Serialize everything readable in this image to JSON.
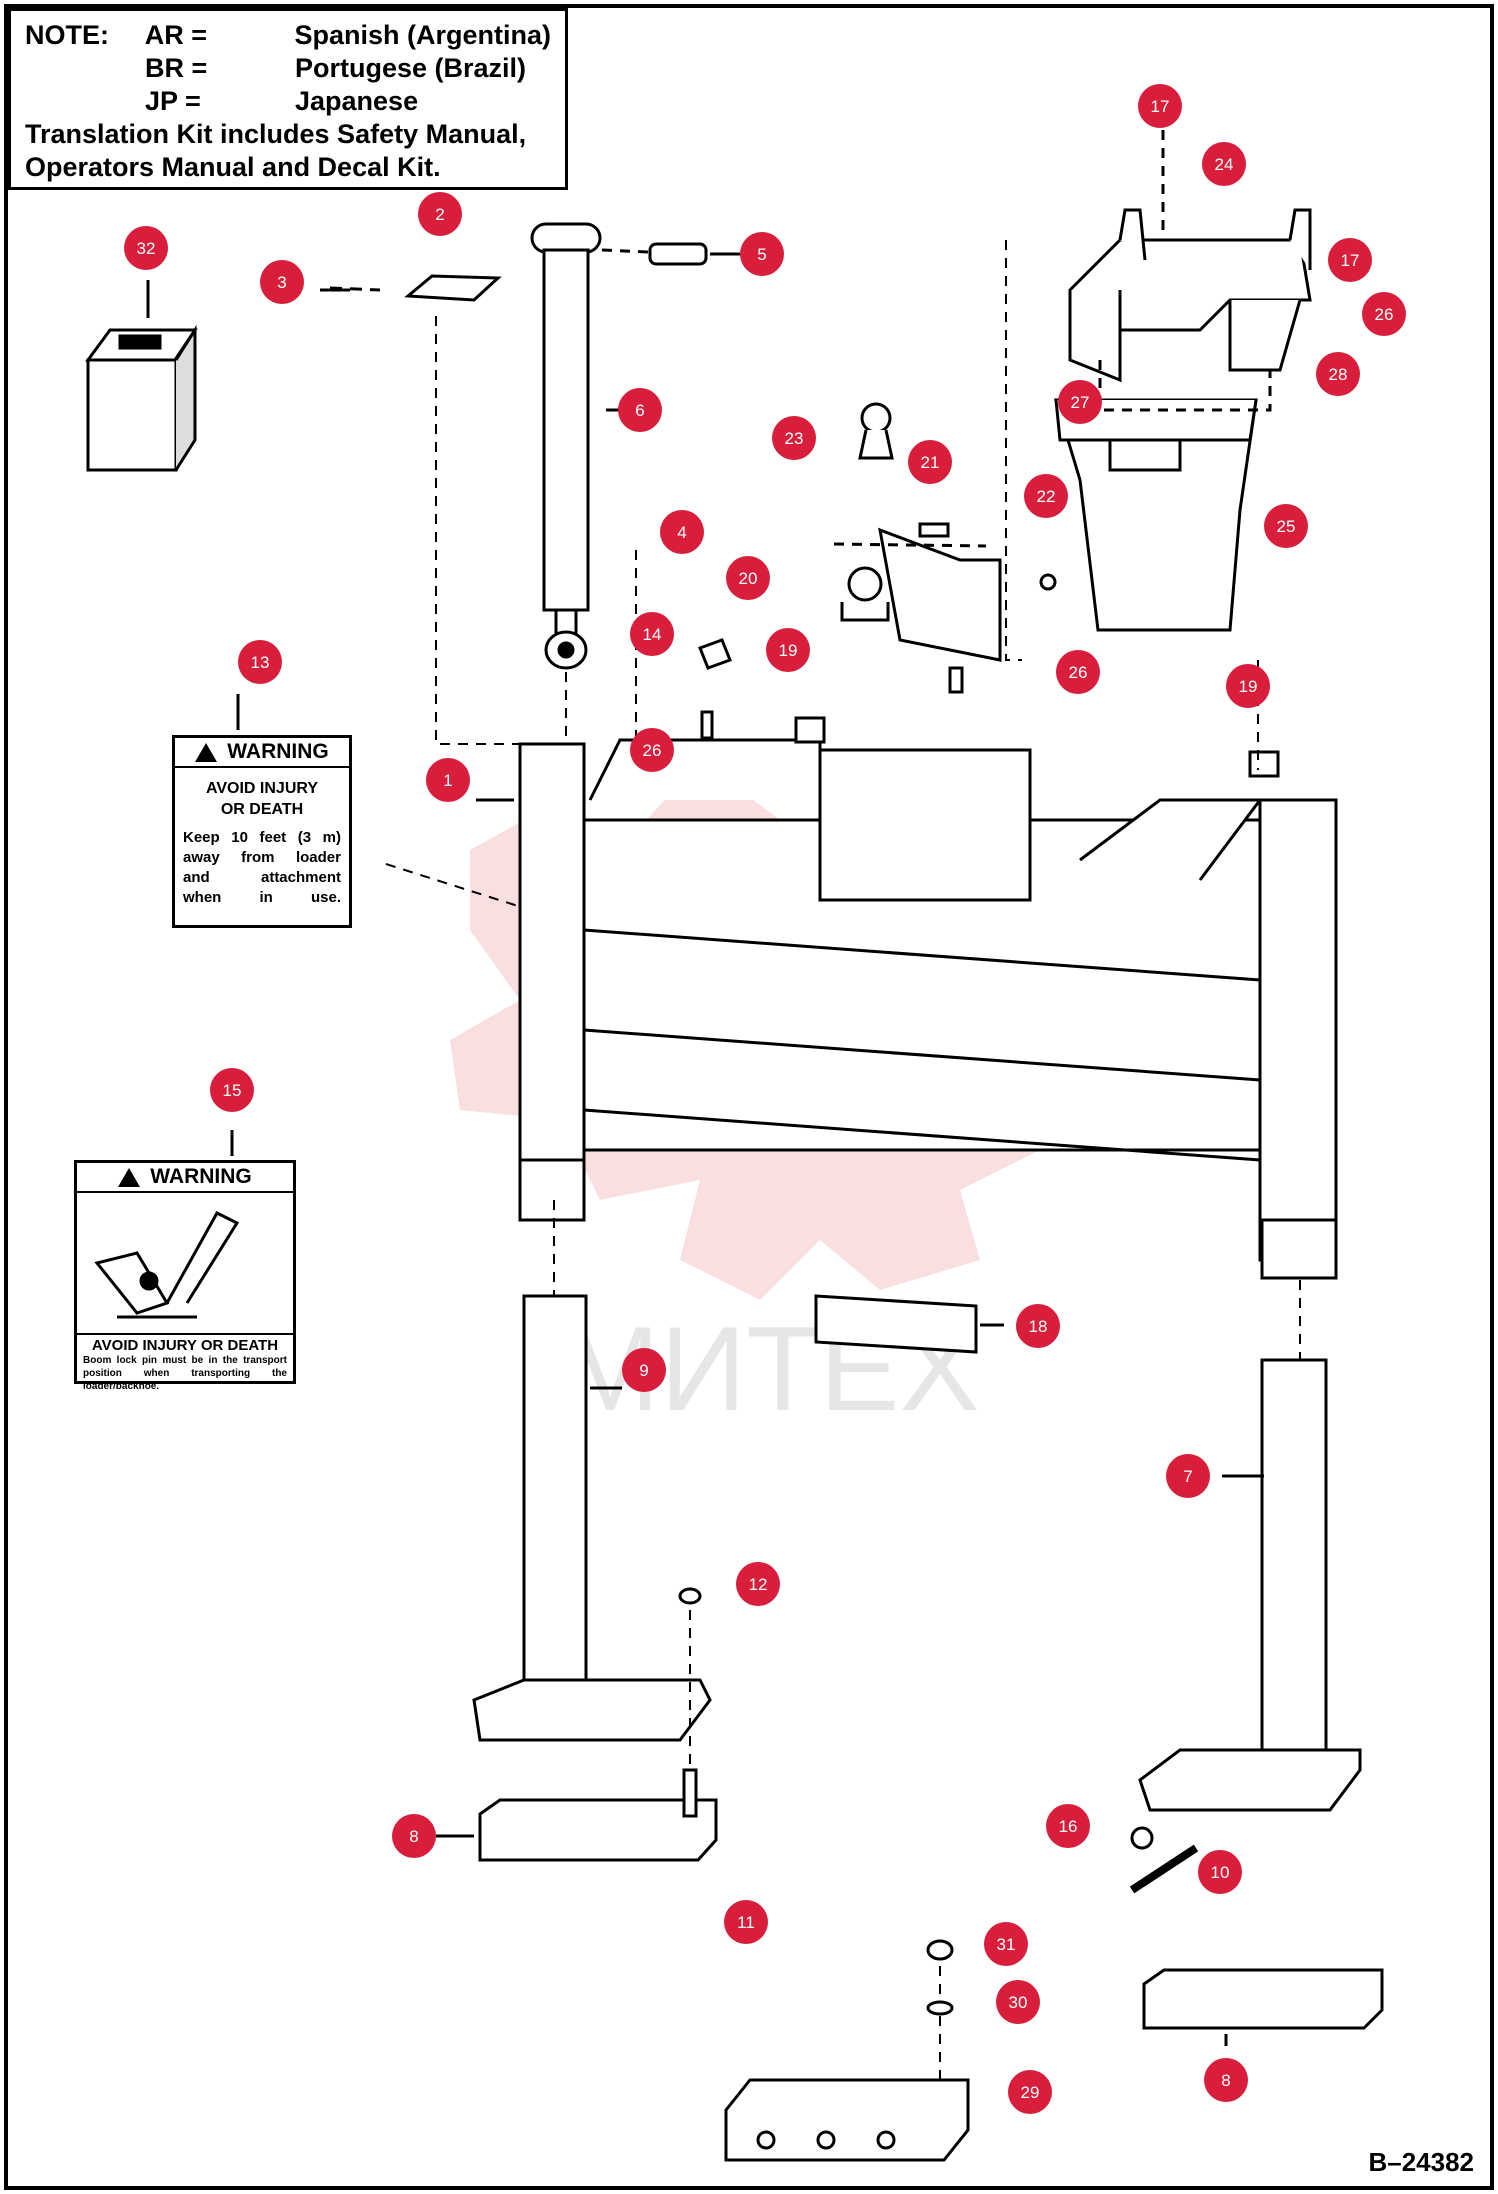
{
  "note": {
    "label": "NOTE:",
    "rows": [
      {
        "code": "AR =",
        "lang": "Spanish (Argentina)"
      },
      {
        "code": "BR =",
        "lang": "Portugese (Brazil)"
      },
      {
        "code": "JP =",
        "lang": "Japanese"
      }
    ],
    "line2": "Translation Kit includes Safety Manual,",
    "line3": "Operators Manual and Decal Kit."
  },
  "drawing_id": "B–24382",
  "watermark": "МИТЕХ",
  "decal_13": {
    "heading": "WARNING",
    "title_1": "AVOID INJURY",
    "title_2": "OR DEATH",
    "body_lines": [
      "Keep 10 feet (3 m)",
      "away from loader",
      "and attachment",
      "when in use."
    ]
  },
  "decal_15": {
    "heading": "WARNING",
    "title": "AVOID INJURY OR DEATH",
    "body": "Boom lock pin must be in the transport position when transporting the loader/backhoe."
  },
  "callouts": [
    {
      "n": "1"
    },
    {
      "n": "2"
    },
    {
      "n": "3"
    },
    {
      "n": "4"
    },
    {
      "n": "5"
    },
    {
      "n": "6"
    },
    {
      "n": "7"
    },
    {
      "n": "8"
    },
    {
      "n": "8"
    },
    {
      "n": "9"
    },
    {
      "n": "10"
    },
    {
      "n": "11"
    },
    {
      "n": "12"
    },
    {
      "n": "13"
    },
    {
      "n": "14"
    },
    {
      "n": "15"
    },
    {
      "n": "16"
    },
    {
      "n": "17"
    },
    {
      "n": "17"
    },
    {
      "n": "18"
    },
    {
      "n": "19"
    },
    {
      "n": "19"
    },
    {
      "n": "20"
    },
    {
      "n": "21"
    },
    {
      "n": "22"
    },
    {
      "n": "23"
    },
    {
      "n": "24"
    },
    {
      "n": "25"
    },
    {
      "n": "26"
    },
    {
      "n": "26"
    },
    {
      "n": "26"
    },
    {
      "n": "27"
    },
    {
      "n": "28"
    },
    {
      "n": "29"
    },
    {
      "n": "30"
    },
    {
      "n": "31"
    },
    {
      "n": "32"
    }
  ],
  "colors": {
    "callout_fill": "#d81e3a",
    "watermark": "#f4c4c4",
    "line": "#000000"
  }
}
